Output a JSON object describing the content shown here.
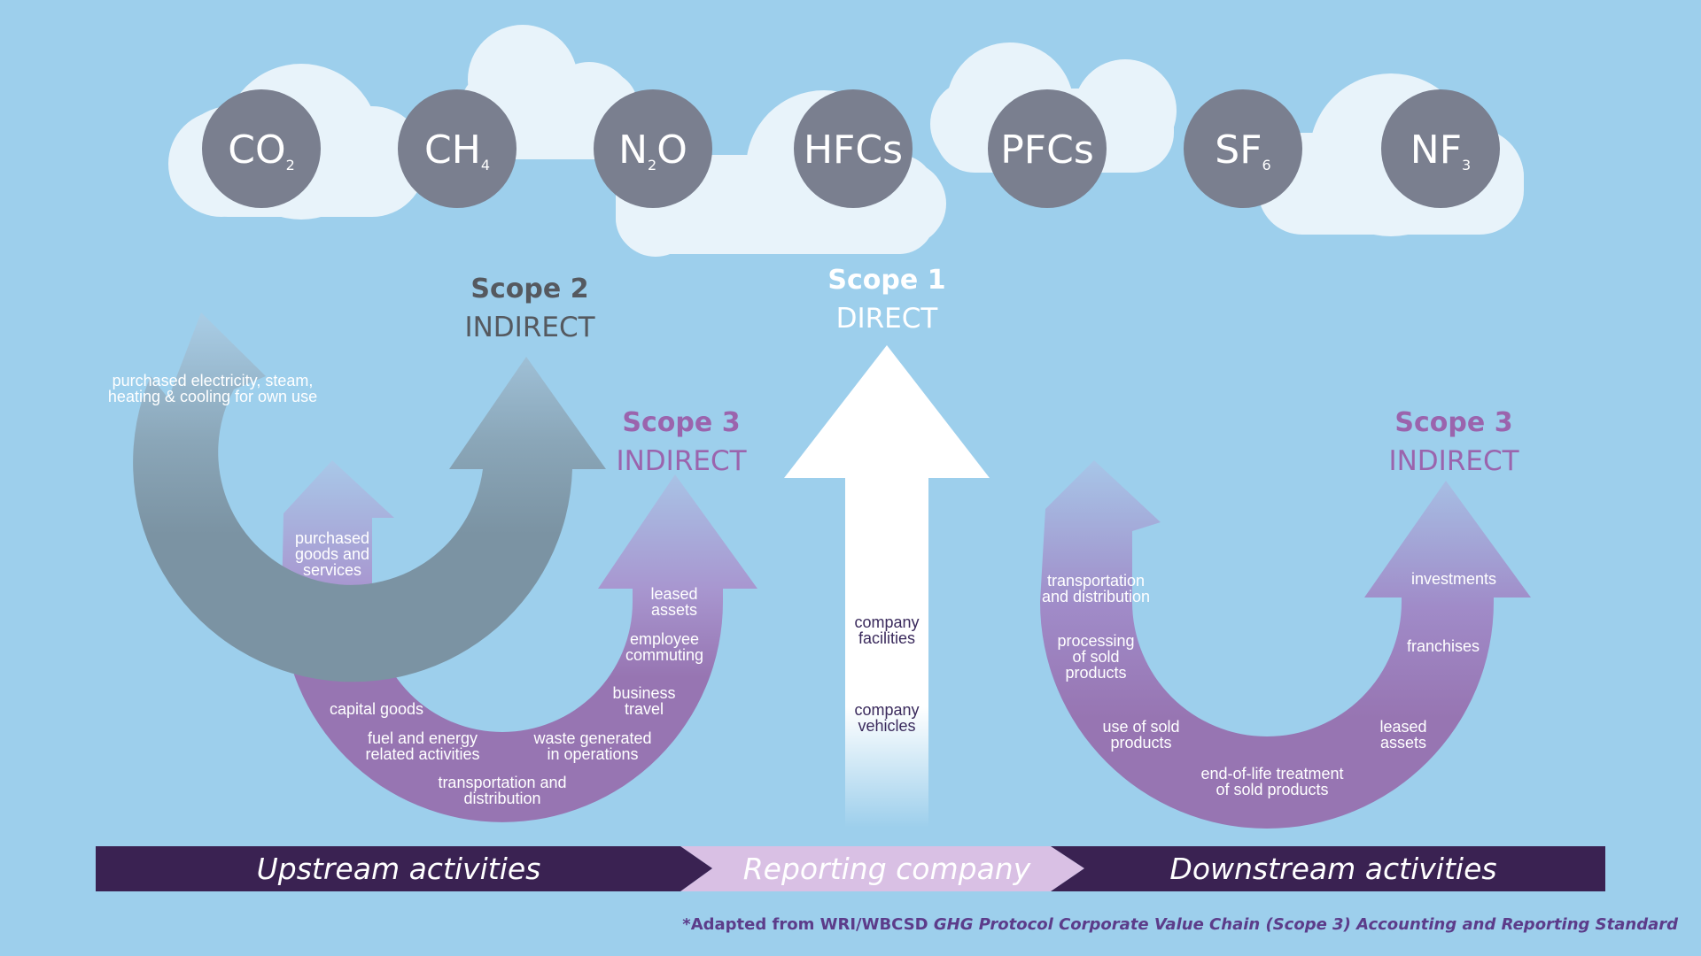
{
  "gases": [
    {
      "main": "CO",
      "sub": "2"
    },
    {
      "main": "CH",
      "sub": "4"
    },
    {
      "main": "N",
      "sub": "2",
      "after": "O"
    },
    {
      "main": "HFCs",
      "sub": ""
    },
    {
      "main": "PFCs",
      "sub": ""
    },
    {
      "main": "SF",
      "sub": "6"
    },
    {
      "main": "NF",
      "sub": "3"
    }
  ],
  "scope2": {
    "title": "Scope 2",
    "subtitle": "INDIRECT",
    "label": [
      "purchased electricity, steam,",
      "heating & cooling for own use"
    ]
  },
  "scope1": {
    "title": "Scope 1",
    "subtitle": "DIRECT",
    "labels": [
      [
        "company",
        "facilities"
      ],
      [
        "company",
        "vehicles"
      ]
    ]
  },
  "scope3_up": {
    "title": "Scope 3",
    "subtitle": "INDIRECT",
    "labels": [
      [
        "purchased",
        "goods and",
        "services"
      ],
      [
        "capital goods"
      ],
      [
        "fuel and energy",
        "related activities"
      ],
      [
        "transportation and",
        "distribution"
      ],
      [
        "waste generated",
        "in operations"
      ],
      [
        "business",
        "travel"
      ],
      [
        "employee",
        "commuting"
      ],
      [
        "leased",
        "assets"
      ]
    ]
  },
  "scope3_down": {
    "title": "Scope 3",
    "subtitle": "INDIRECT",
    "labels": [
      [
        "transportation",
        "and distribution"
      ],
      [
        "processing",
        "of sold",
        "products"
      ],
      [
        "use of sold",
        "products"
      ],
      [
        "end-of-life treatment",
        "of sold products"
      ],
      [
        "leased",
        "assets"
      ],
      [
        "franchises"
      ],
      [
        "investments"
      ]
    ]
  },
  "bar": {
    "upstream": "Upstream activities",
    "reporting": "Reporting company",
    "downstream": "Downstream activities"
  },
  "footnote": {
    "prefix": "*Adapted from WRI/WBCSD ",
    "italic": "GHG Protocol Corporate Value Chain (Scope 3) Accounting and Reporting Standard"
  },
  "colors": {
    "background": "#9dcfec",
    "cloud": "#e8f3fa",
    "gas_circle": "#7a7f8f",
    "scope2_arrow": "#7b93a3",
    "scope3_arrow": "#9775b2",
    "scope3_text": "#9b64ad",
    "bar_dark": "#3a2252",
    "bar_light": "#d9c0e4"
  }
}
